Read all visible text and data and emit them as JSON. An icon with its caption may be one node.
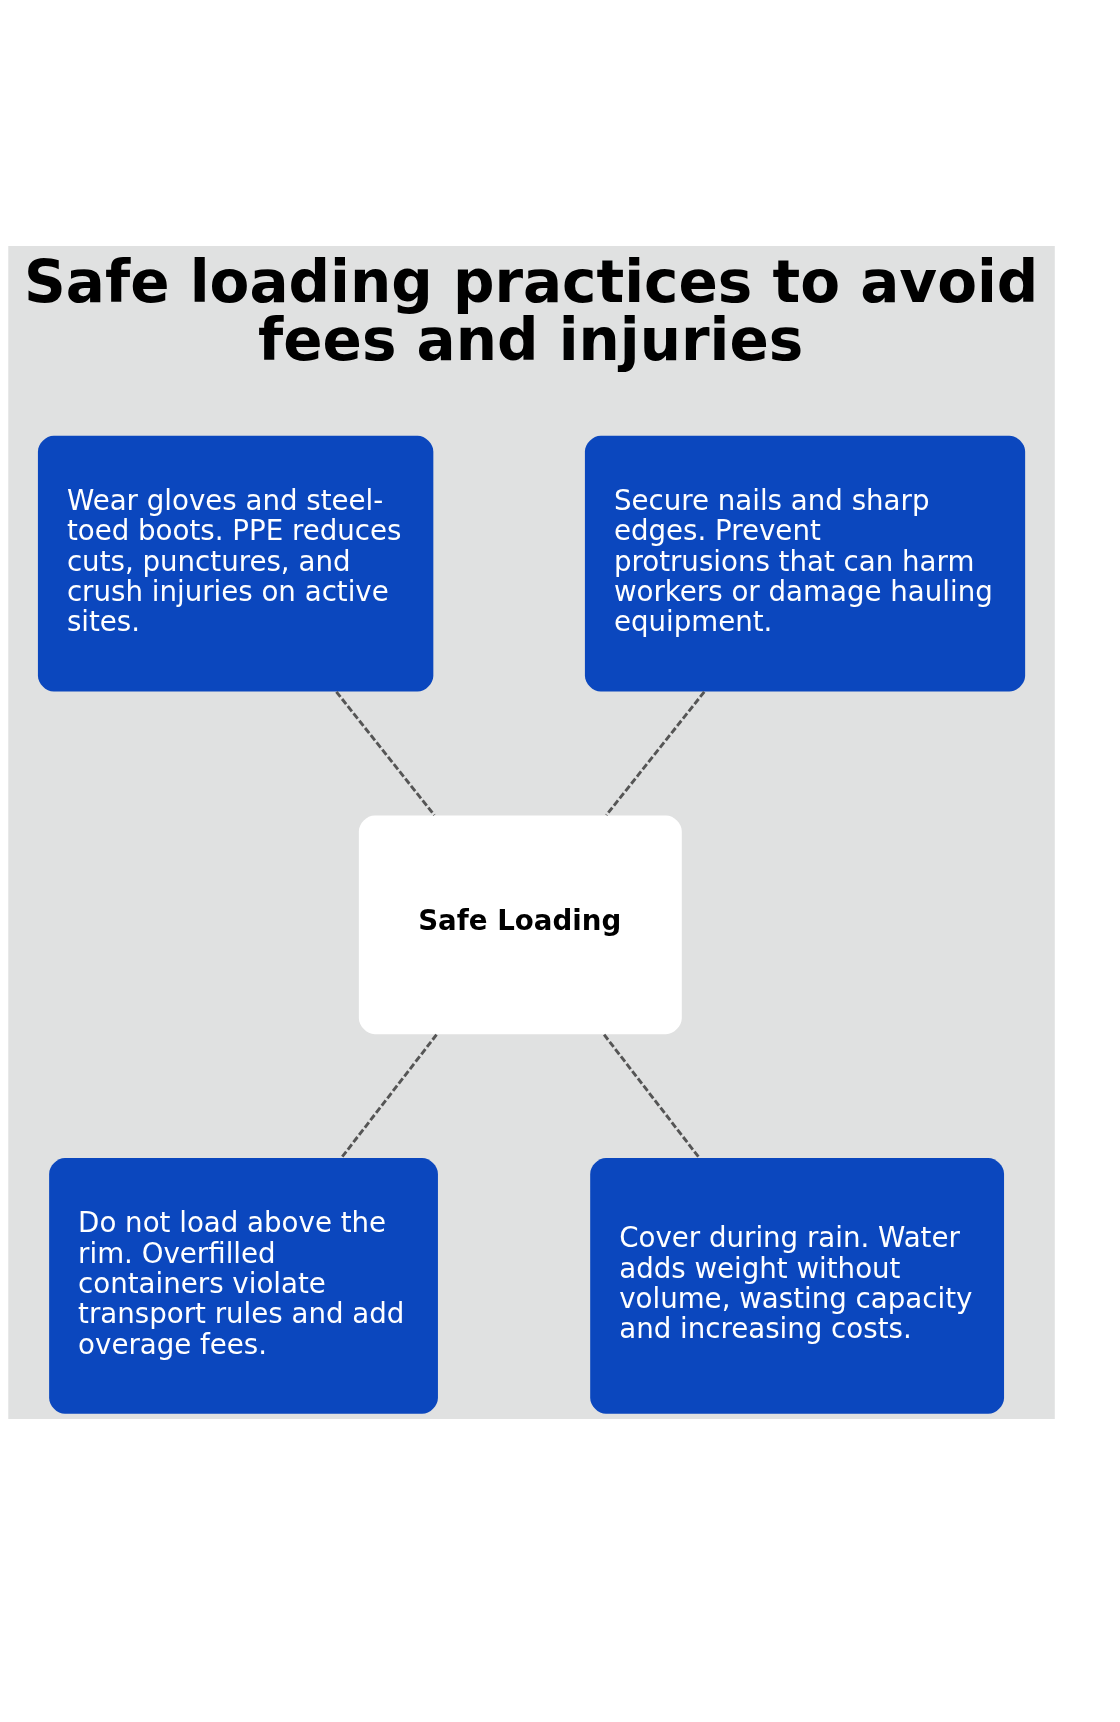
{
  "diagram": {
    "title": "Safe loading practices to avoid fees and injuries",
    "nodes": [
      {
        "text": [
          "Wear gloves and steel-toed boots. PPE reduces cuts, punctures, and crush injuries on active sites."
        ]
      },
      {
        "text": [
          "Secure nails and sharp edges. Prevent protrusions that can harm workers or damage hauling equipment."
        ]
      },
      {
        "text": [
          "Safe Loading"
        ]
      },
      {
        "text": [
          "Do not load above the rim. Overfilled containers violate transport rules and add overage fees."
        ]
      },
      {
        "text": [
          "Cover during rain. Water adds weight without volume, wasting capacity and increasing costs."
        ]
      }
    ],
    "edges": [
      {
        "from": 0,
        "to": 2,
        "arrow": "none",
        "style": "dashed"
      },
      {
        "from": 1,
        "to": 2,
        "arrow": "none",
        "style": "dashed"
      },
      {
        "from": 2,
        "to": 3,
        "arrow": "none",
        "style": "dashed"
      },
      {
        "from": 2,
        "to": 4,
        "arrow": "none",
        "style": "dashed"
      }
    ]
  }
}
